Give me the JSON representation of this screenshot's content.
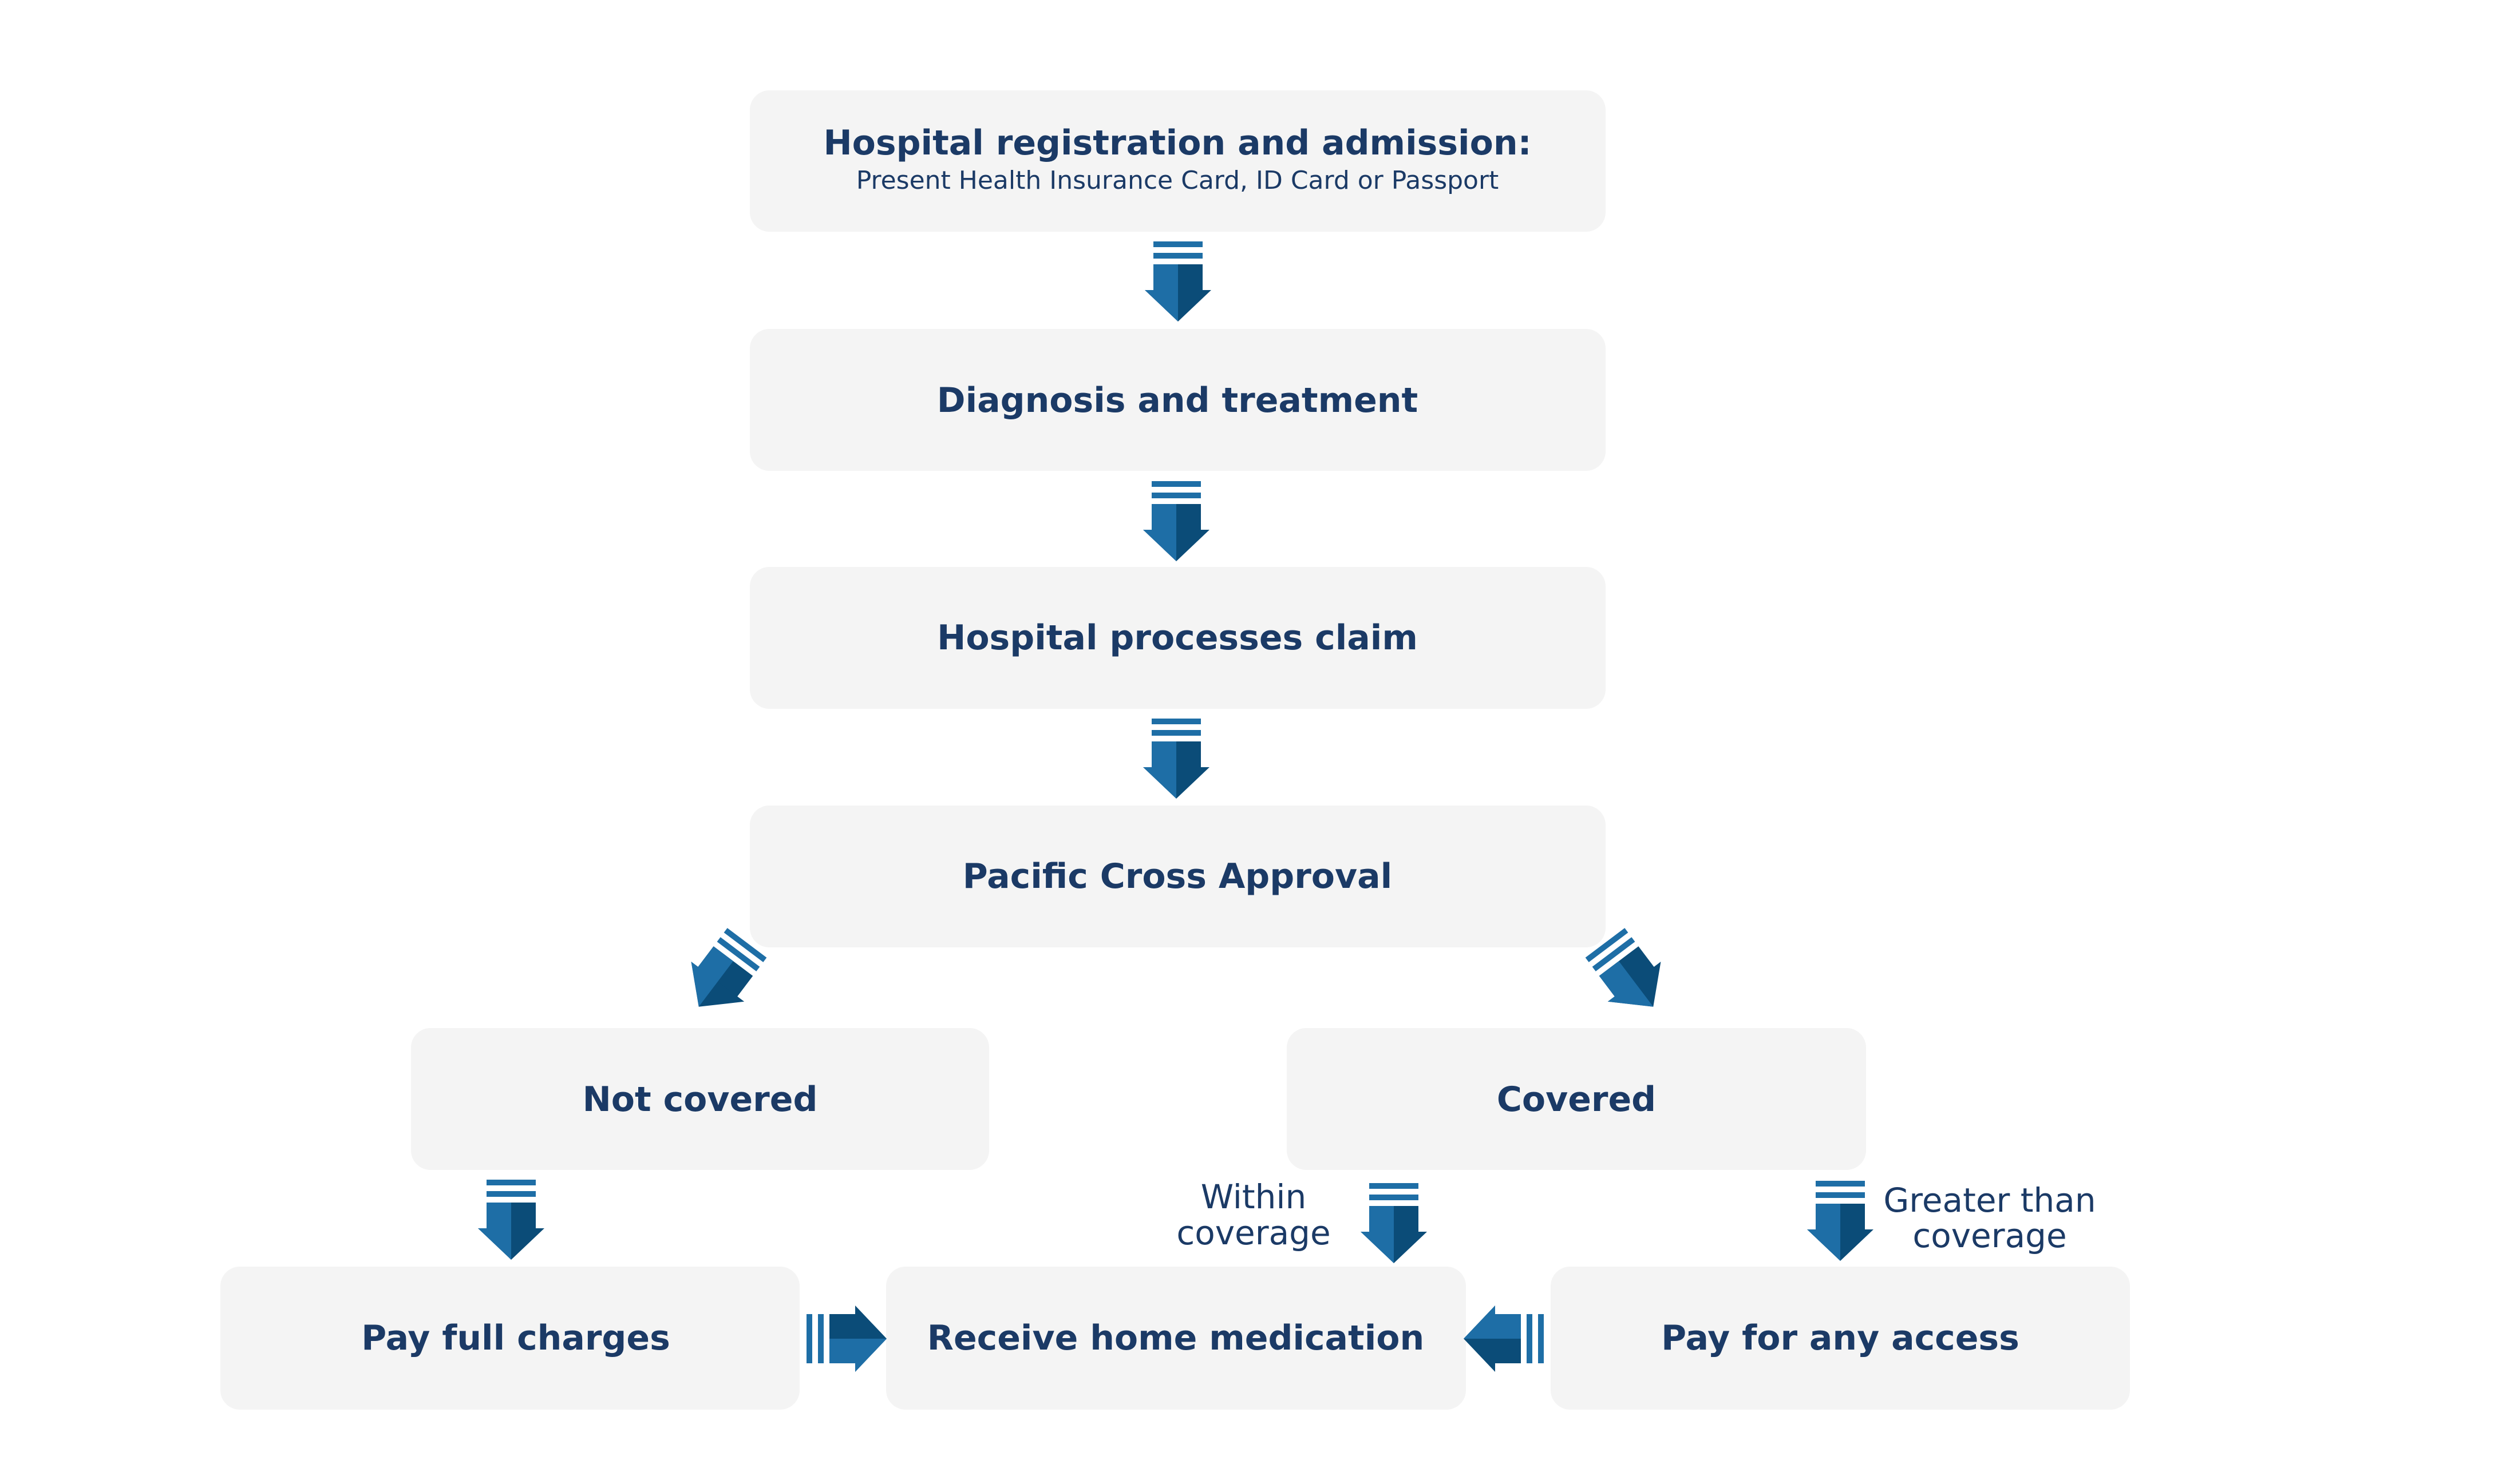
{
  "nodes": {
    "registration": {
      "title": "Hospital registration and admission:",
      "subtitle": "Present Health Insurance Card, ID Card or Passport"
    },
    "diagnosis": {
      "title": "Diagnosis and treatment"
    },
    "claim": {
      "title": "Hospital processes claim"
    },
    "approval": {
      "title": "Pacific Cross Approval"
    },
    "not_covered": {
      "title": "Not covered"
    },
    "covered": {
      "title": "Covered"
    },
    "pay_full": {
      "title": "Pay full charges"
    },
    "home_medication": {
      "title": "Receive home medication"
    },
    "pay_access": {
      "title": "Pay for any access"
    }
  },
  "edge_labels": {
    "within_coverage": [
      "Within",
      "coverage"
    ],
    "greater_than_coverage": [
      "Greater than",
      "coverage"
    ]
  },
  "colors": {
    "box_fill": "#f4f4f4",
    "text": "#1b3a66",
    "arrow_dark": "#0b4c78",
    "arrow_light": "#1e6ea6"
  }
}
